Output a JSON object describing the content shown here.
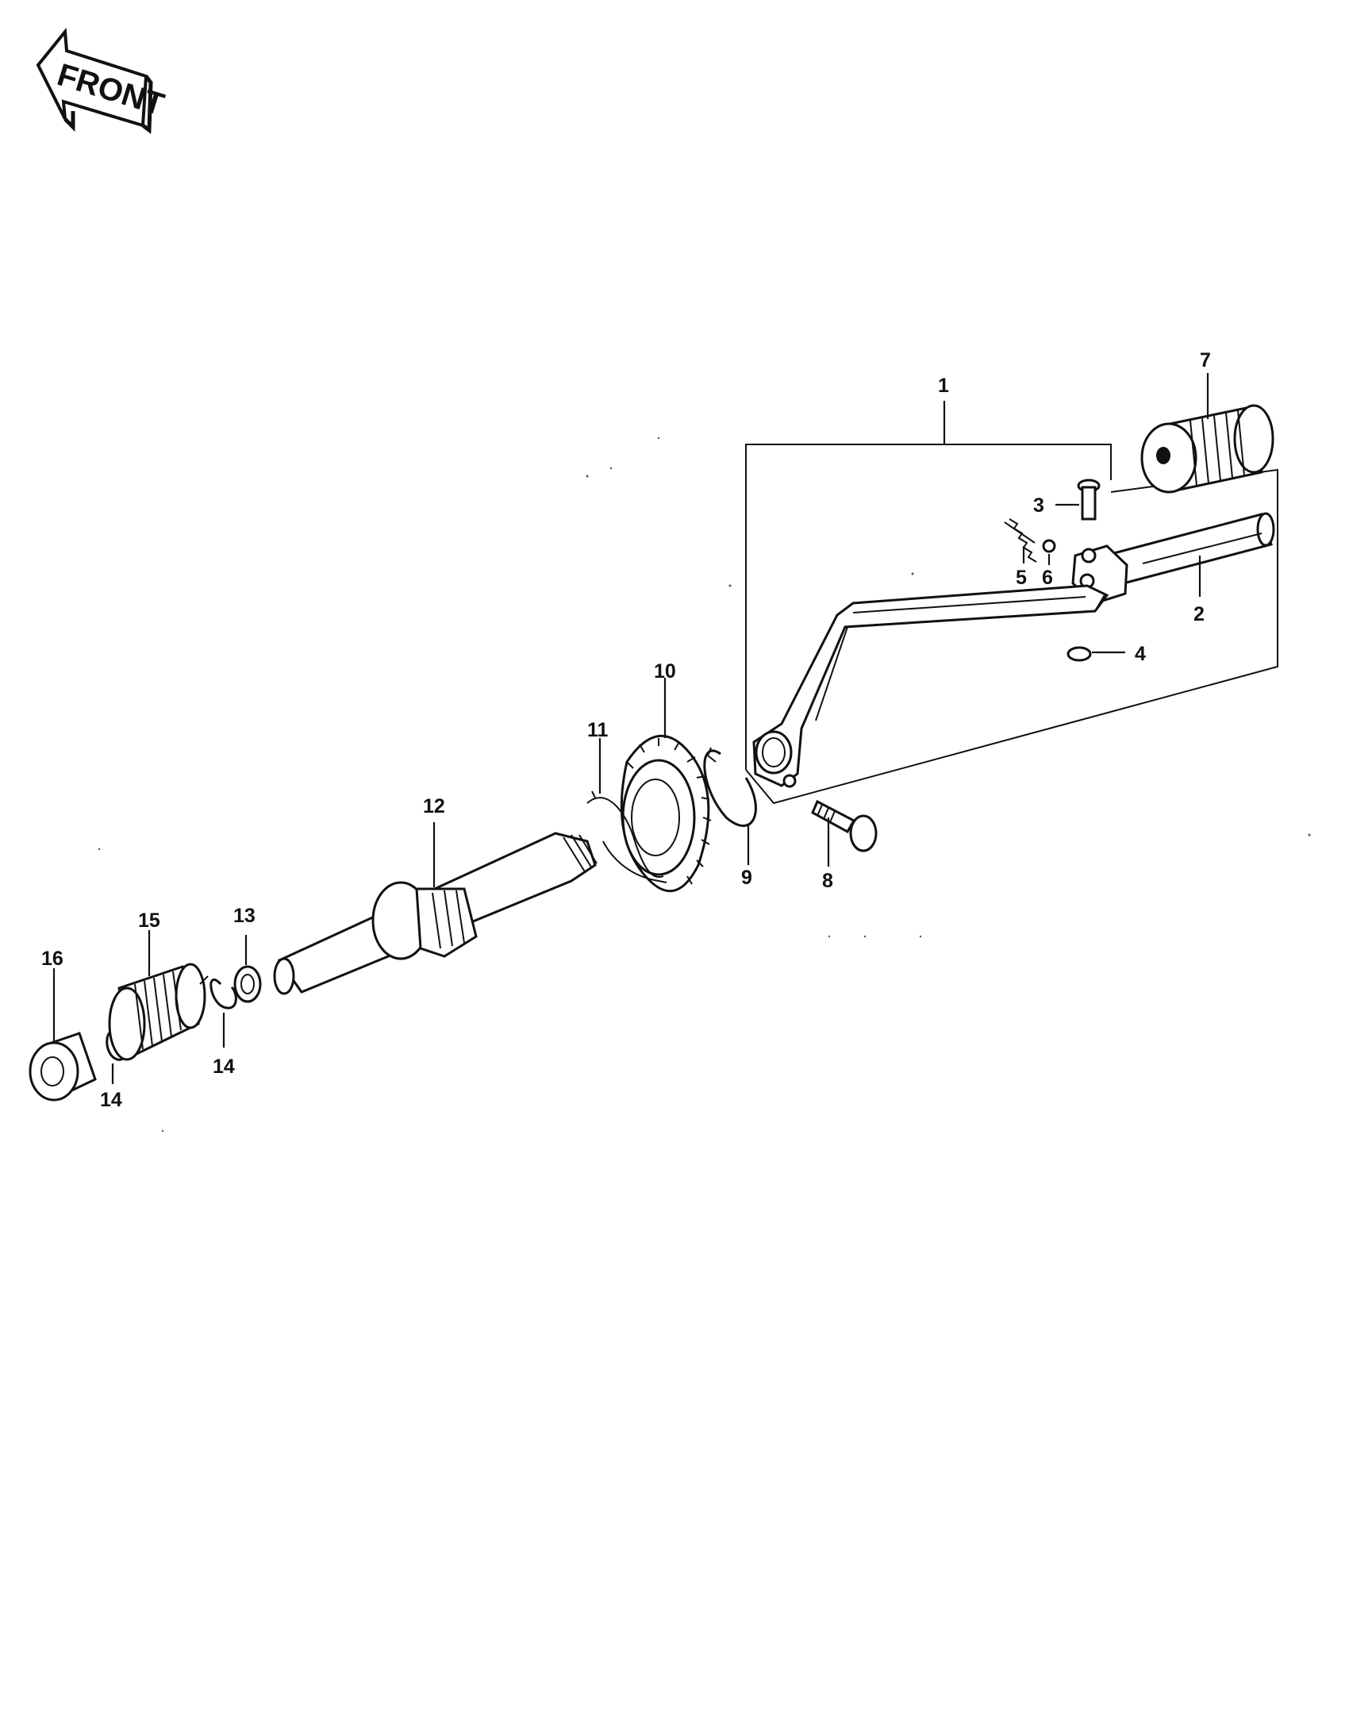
{
  "front_label": "FRONT",
  "callouts": {
    "c1": "1",
    "c2": "2",
    "c3": "3",
    "c4": "4",
    "c5": "5",
    "c6": "6",
    "c7": "7",
    "c8": "8",
    "c9": "9",
    "c10": "10",
    "c11": "11",
    "c12": "12",
    "c13": "13",
    "c14a": "14",
    "c14b": "14",
    "c15": "15",
    "c16": "16"
  }
}
